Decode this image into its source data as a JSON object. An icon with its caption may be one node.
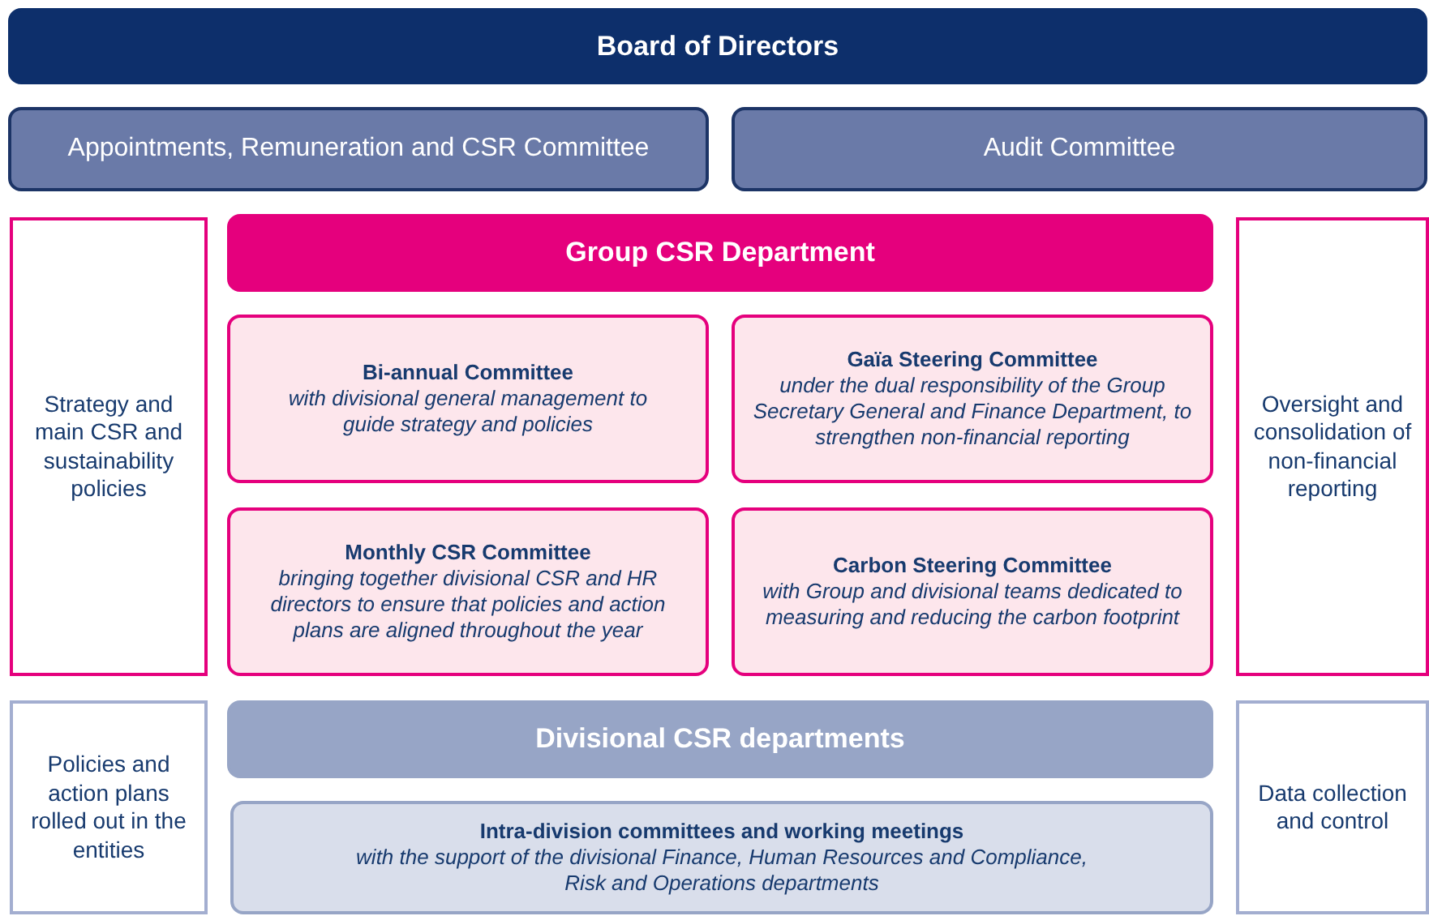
{
  "diagram": {
    "nodes": [
      {
        "text": [
          "Board of Directors"
        ]
      },
      {
        "text": [
          "Appointments, Remuneration and CSR Committee"
        ]
      },
      {
        "text": [
          "Audit Committee"
        ]
      },
      {
        "text": [
          "Strategy and main CSR and sustainability policies"
        ]
      },
      {
        "text": [
          "Group CSR Department"
        ]
      },
      {
        "text": [
          "Bi-annual Committee",
          "with divisional general management to guide strategy and policies"
        ]
      },
      {
        "text": [
          "Gaïa Steering Committee",
          "under the dual responsibility of the Group Secretary General and Finance Department, to strengthen non-financial reporting"
        ]
      },
      {
        "text": [
          "Monthly CSR Committee",
          "bringing together divisional CSR and HR directors to ensure that policies and action plans are aligned throughout the year"
        ]
      },
      {
        "text": [
          "Carbon Steering Committee",
          "with Group and divisional teams dedicated to measuring and reducing the carbon footprint"
        ]
      },
      {
        "text": [
          "Oversight and consolidation of non-financial reporting"
        ]
      },
      {
        "text": [
          "Policies and action plans rolled out in the entities"
        ]
      },
      {
        "text": [
          "Divisional CSR departments"
        ]
      },
      {
        "text": [
          "Intra-division committees and working meetings",
          "with the support of the divisional Finance, Human Resources and Compliance, Risk and Operations departments"
        ]
      },
      {
        "text": [
          "Data collection and control"
        ]
      }
    ]
  }
}
